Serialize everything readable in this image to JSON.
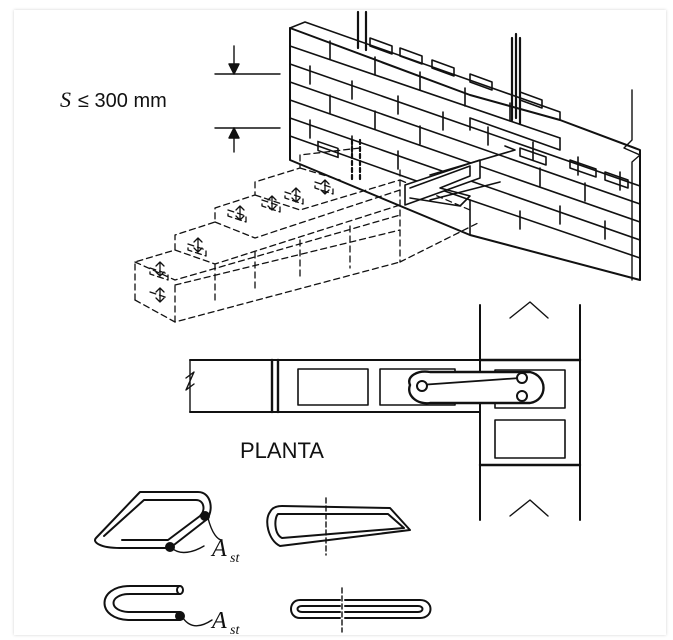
{
  "annotations": {
    "spacing_symbol": "S",
    "spacing_relation": "≤ 300 mm",
    "plan_label": "PLANTA",
    "tie_bar_symbol": "A",
    "tie_bar_subscript": "st"
  },
  "colors": {
    "line": "#111111",
    "background": "#ffffff"
  }
}
